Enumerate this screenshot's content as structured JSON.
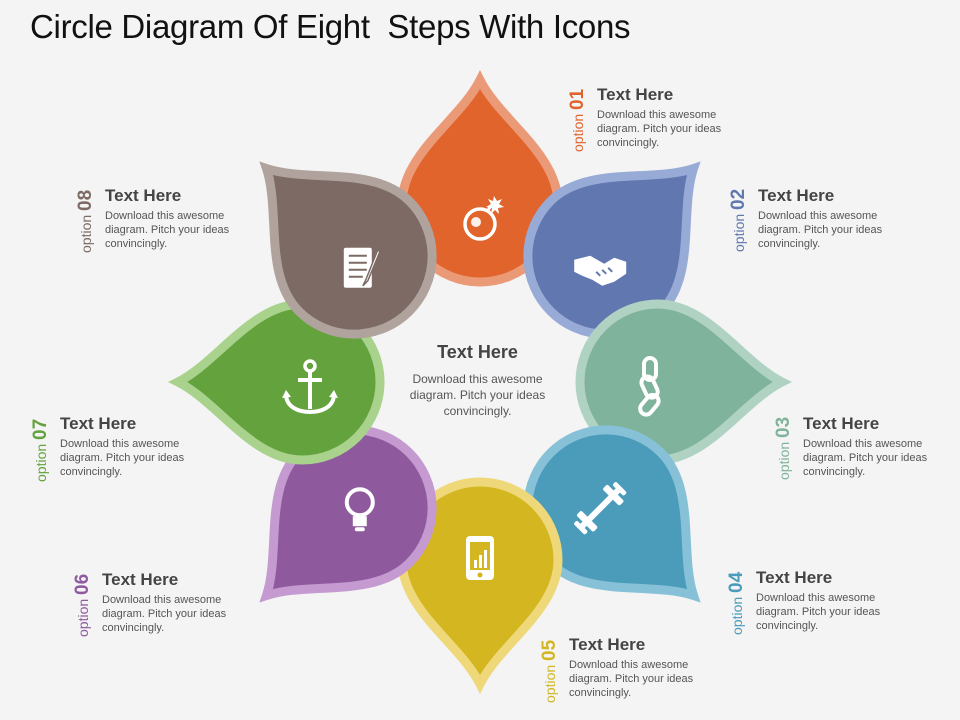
{
  "title": "Circle Diagram Of Eight  Steps With Icons",
  "center": {
    "heading": "Text Here",
    "body": "Download  this awesome diagram.  Pitch your ideas convincingly."
  },
  "options": [
    {
      "word": "option",
      "num": "01",
      "heading": "Text Here",
      "body": "Download this awesome diagram. Pitch your ideas convincingly.",
      "color": "#e0642c",
      "ring": "#eb9a78",
      "icon": "bomb-icon"
    },
    {
      "word": "option",
      "num": "02",
      "heading": "Text Here",
      "body": "Download this awesome diagram. Pitch your ideas convincingly.",
      "color": "#6077b0",
      "ring": "#98aad6",
      "icon": "handshake-icon"
    },
    {
      "word": "option",
      "num": "03",
      "heading": "Text Here",
      "body": "Download this awesome diagram. Pitch your ideas convincingly.",
      "color": "#80b39b",
      "ring": "#afd2c3",
      "icon": "chain-link-icon"
    },
    {
      "word": "option",
      "num": "04",
      "heading": "Text Here",
      "body": "Download this awesome diagram. Pitch your ideas convincingly.",
      "color": "#4b9bba",
      "ring": "#86c1d8",
      "icon": "dumbbell-icon"
    },
    {
      "word": "option",
      "num": "05",
      "heading": "Text Here",
      "body": "Download this awesome diagram. Pitch your ideas convincingly.",
      "color": "#d3b620",
      "ring": "#efd87a",
      "icon": "smartphone-icon"
    },
    {
      "word": "option",
      "num": "06",
      "heading": "Text Here",
      "body": "Download this awesome diagram. Pitch your ideas convincingly.",
      "color": "#8e5a9d",
      "ring": "#c49ad0",
      "icon": "light-bulb-icon"
    },
    {
      "word": "option",
      "num": "07",
      "heading": "Text Here",
      "body": "Download this awesome diagram. Pitch your ideas convincingly.",
      "color": "#64a23e",
      "ring": "#a9d28d",
      "icon": "anchor-icon"
    },
    {
      "word": "option",
      "num": "08",
      "heading": "Text Here",
      "body": "Download this awesome diagram. Pitch your ideas convincingly.",
      "color": "#7d6a64",
      "ring": "#b0a39d",
      "icon": "notepad-icon"
    }
  ]
}
